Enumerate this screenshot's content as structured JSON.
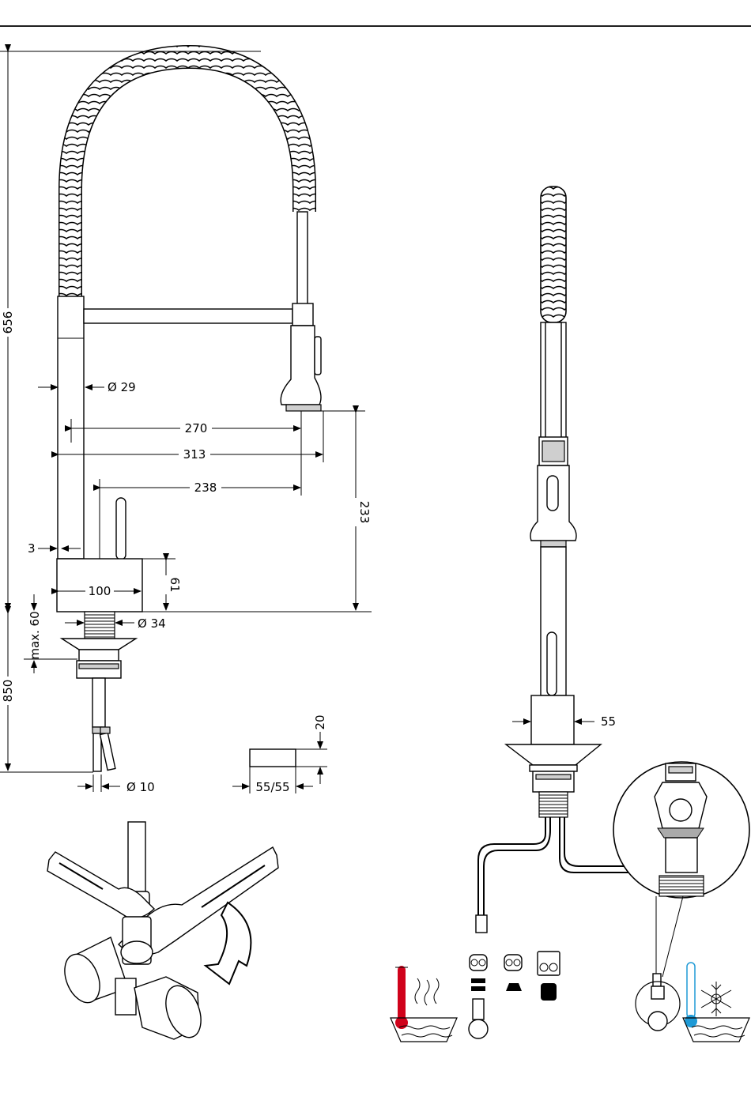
{
  "dimensions": {
    "total_height": "656",
    "spout_diameter": "Ø 29",
    "reach_270": "270",
    "reach_313": "313",
    "reach_238": "238",
    "spout_to_base": "233",
    "wall_3": "3",
    "base_width": "100",
    "base_height": "61",
    "mount_max": "max. 60",
    "shank_diameter": "Ø 34",
    "overall_850": "850",
    "hose_diameter": "Ø 10",
    "hole_20": "20",
    "hole_55": "55/55",
    "side_55": "55"
  },
  "icons": {
    "hot": "thermometer-hot-icon",
    "cold": "thermometer-cold-icon",
    "snow": "snowflake-icon",
    "steam": "steam-waves-icon",
    "wrench": "wrench-icon",
    "valve": "angle-valve-icon"
  },
  "colors": {
    "hot": "#d0021b",
    "cold": "#1f9ad6"
  }
}
